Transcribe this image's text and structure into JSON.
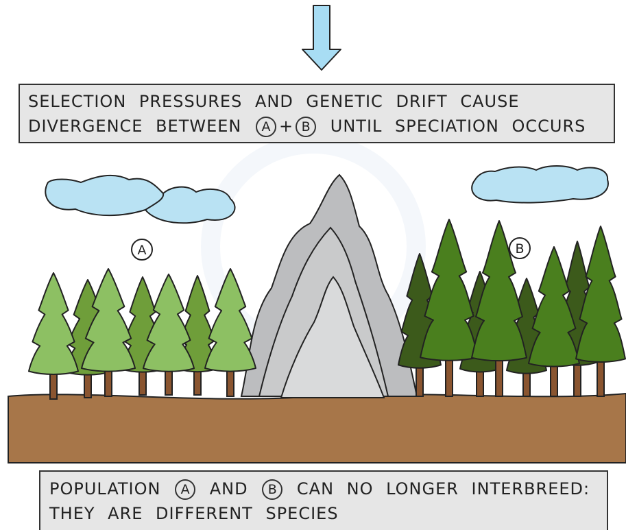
{
  "top_box": {
    "line1": "SELECTION PRESSURES AND GENETIC DRIFT CAUSE",
    "line2_before": "DIVERGENCE BETWEEN",
    "marker_a": "A",
    "plus": "+",
    "marker_b": "B",
    "line2_after": "UNTIL SPECIATION OCCURS"
  },
  "scene": {
    "label_a": "A",
    "label_b": "B"
  },
  "bottom_box": {
    "line1_part1": "POPULATION",
    "marker_a": "A",
    "line1_part2": "AND",
    "marker_b": "B",
    "line1_part3": "CAN NO LONGER INTERBREED:",
    "line2": "THEY ARE DIFFERENT SPECIES"
  },
  "colors": {
    "arrow": "#a8ddf4",
    "cloud": "#b9e2f3",
    "ground": "#a77649",
    "mountain_outer": "#bcbdbf",
    "mountain_inner": "#d6d7d8",
    "trunk": "#8a5530",
    "tree_light": "#8dc063",
    "tree_mid": "#6f9e3a",
    "tree_green": "#4a7f1e",
    "tree_dark": "#3c5a1b",
    "outline": "#222222",
    "box_fill": "#e6e6e6"
  }
}
